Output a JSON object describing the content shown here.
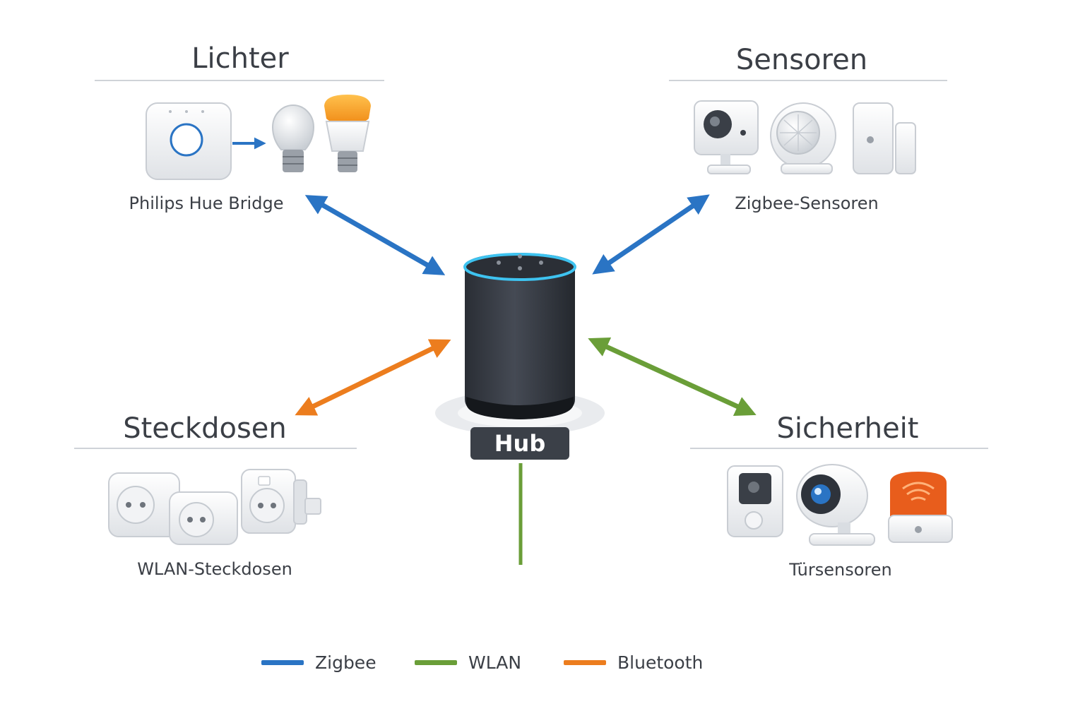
{
  "colors": {
    "zigbee": "#2a74c4",
    "wlan": "#6a9e38",
    "bluetooth": "#ec7d1e",
    "hub_body": "#363b44",
    "hub_ring": "#3ec3f0",
    "bulb_accent": "#f5a623",
    "alarm_accent": "#e85d1c"
  },
  "hub": {
    "label": "Hub"
  },
  "groups": {
    "lights": {
      "title": "Lichter",
      "caption": "Philips Hue Bridge"
    },
    "sensors": {
      "title": "Sensoren",
      "caption": "Zigbee-Sensoren"
    },
    "plugs": {
      "title": "Steckdosen",
      "caption": "WLAN-Steckdosen"
    },
    "security": {
      "title": "Sicherheit",
      "caption": "Türsensoren"
    }
  },
  "legend": [
    {
      "label": "Zigbee",
      "color": "#2a74c4"
    },
    {
      "label": "WLAN",
      "color": "#6a9e38"
    },
    {
      "label": "Bluetooth",
      "color": "#ec7d1e"
    }
  ],
  "icons": {
    "bridge": "hue-bridge-icon",
    "bulb_white": "light-bulb-icon",
    "bulb_color": "color-bulb-icon",
    "camera_sensor": "camera-sensor-icon",
    "motion_sensor": "motion-sensor-icon",
    "contact_sensor": "contact-sensor-icon",
    "smart_plug": "smart-plug-icon",
    "doorbell": "doorbell-icon",
    "security_camera": "security-camera-icon",
    "siren": "siren-icon",
    "hub_speaker": "smart-speaker-icon"
  }
}
